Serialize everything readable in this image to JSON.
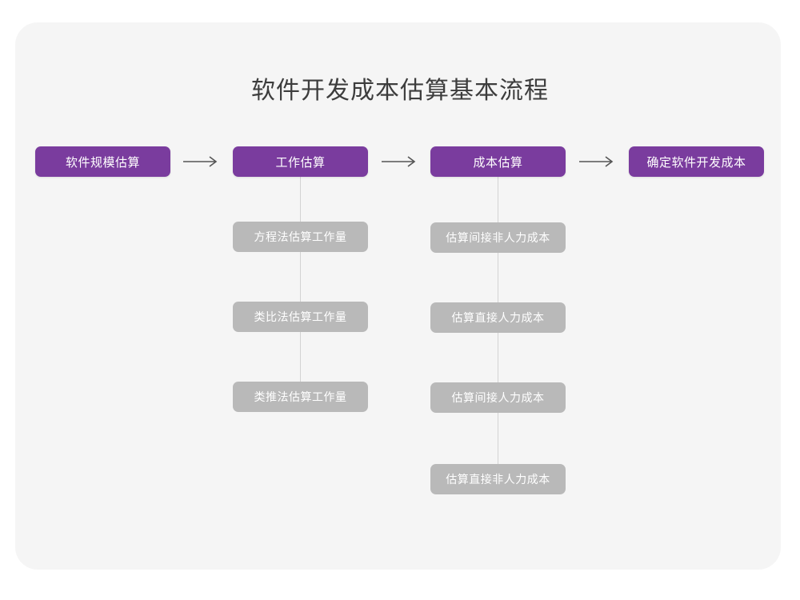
{
  "diagram": {
    "title": "软件开发成本估算基本流程",
    "type": "flowchart",
    "colors": {
      "canvas": "#ffffff",
      "card": "#f5f5f5",
      "primary_node": "#7a3c9e",
      "secondary_node": "#b9b9b9",
      "node_text": "#ffffff",
      "title_text": "#3d3d3d",
      "connector": "#d3d3d3",
      "arrow": "#555555"
    },
    "main_flow": [
      {
        "id": "step-1",
        "label": "软件规模估算"
      },
      {
        "id": "step-2",
        "label": "工作估算"
      },
      {
        "id": "step-3",
        "label": "成本估算"
      },
      {
        "id": "step-4",
        "label": "确定软件开发成本"
      }
    ],
    "arrows": [
      {
        "id": "arrow-1",
        "glyph": "right-arrow",
        "from": "step-1",
        "to": "step-2"
      },
      {
        "id": "arrow-2",
        "glyph": "right-arrow",
        "from": "step-2",
        "to": "step-3"
      },
      {
        "id": "arrow-3",
        "glyph": "right-arrow",
        "from": "step-3",
        "to": "step-4"
      }
    ],
    "branches": [
      {
        "parent": "step-2",
        "items": [
          {
            "label": "方程法估算工作量"
          },
          {
            "label": "类比法估算工作量"
          },
          {
            "label": "类推法估算工作量"
          }
        ]
      },
      {
        "parent": "step-3",
        "items": [
          {
            "label": "估算间接非人力成本"
          },
          {
            "label": "估算直接人力成本"
          },
          {
            "label": "估算间接人力成本"
          },
          {
            "label": "估算直接非人力成本"
          }
        ]
      }
    ]
  }
}
